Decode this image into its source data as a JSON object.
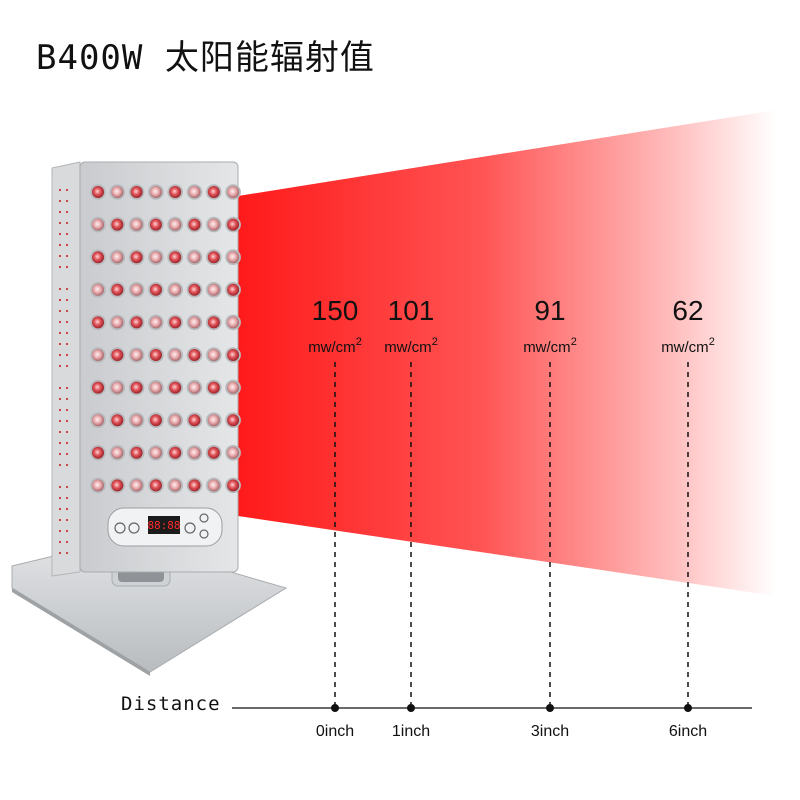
{
  "title": "B400W 太阳能辐射值",
  "chart_data": {
    "type": "scatter",
    "xlabel": "Distance",
    "unit": "mw/cm",
    "unit_superscript": "2",
    "points": [
      {
        "distance_label": "0inch",
        "value": 150
      },
      {
        "distance_label": "1inch",
        "value": 101
      },
      {
        "distance_label": "3inch",
        "value": 91
      },
      {
        "distance_label": "6inch",
        "value": 62
      }
    ]
  },
  "device": {
    "display_readout": "88:88",
    "beam_color": "#ff1a1a"
  }
}
